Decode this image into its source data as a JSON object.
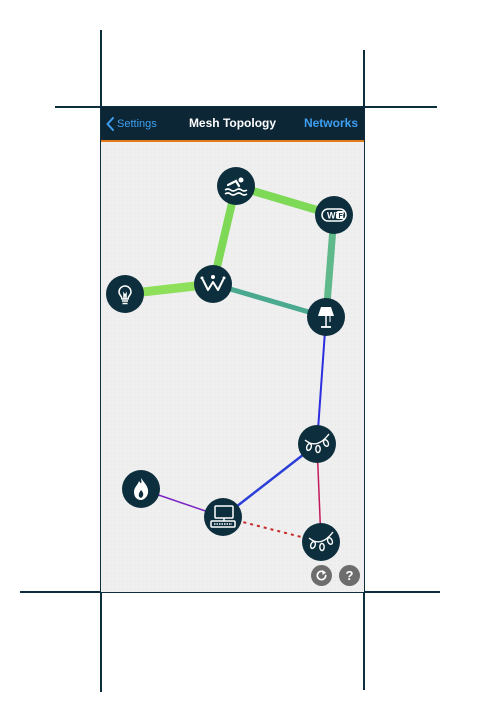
{
  "navbar": {
    "back_label": "Settings",
    "title": "Mesh Topology",
    "right_label": "Networks",
    "accent_color": "#e07b1a",
    "bar_color": "#0d2636",
    "link_color": "#3e9ff0"
  },
  "nodes": [
    {
      "id": "pool",
      "icon": "swimmer-icon"
    },
    {
      "id": "wifi",
      "icon": "wifi-badge-icon"
    },
    {
      "id": "bulb",
      "icon": "lightbulb-icon"
    },
    {
      "id": "hub",
      "icon": "hub-logo-icon"
    },
    {
      "id": "lamp",
      "icon": "floor-lamp-icon"
    },
    {
      "id": "string-lights-1",
      "icon": "string-lights-icon"
    },
    {
      "id": "flame",
      "icon": "flame-icon"
    },
    {
      "id": "computer",
      "icon": "computer-icon"
    },
    {
      "id": "string-lights-2",
      "icon": "string-lights-icon"
    }
  ],
  "links": [
    {
      "from": "pool",
      "to": "wifi",
      "color": "#7ed957",
      "style": "thick"
    },
    {
      "from": "pool",
      "to": "hub",
      "color": "#7ed957",
      "style": "thick"
    },
    {
      "from": "bulb",
      "to": "hub",
      "color": "#8edf5a",
      "style": "thick"
    },
    {
      "from": "wifi",
      "to": "lamp",
      "color": "#5fb98a",
      "style": "thick"
    },
    {
      "from": "hub",
      "to": "lamp",
      "color": "#4aa98f",
      "style": "medium"
    },
    {
      "from": "lamp",
      "to": "string-lights-1",
      "color": "#2d2fe0",
      "style": "thin"
    },
    {
      "from": "string-lights-1",
      "to": "computer",
      "color": "#2b3ed8",
      "style": "thin"
    },
    {
      "from": "string-lights-1",
      "to": "string-lights-2",
      "color": "#c2185b",
      "style": "thin"
    },
    {
      "from": "flame",
      "to": "computer",
      "color": "#7b22c4",
      "style": "thin"
    },
    {
      "from": "computer",
      "to": "string-lights-2",
      "color": "#c62828",
      "style": "dotted"
    }
  ],
  "buttons": {
    "refresh_icon": "refresh-icon",
    "help_label": "?"
  }
}
